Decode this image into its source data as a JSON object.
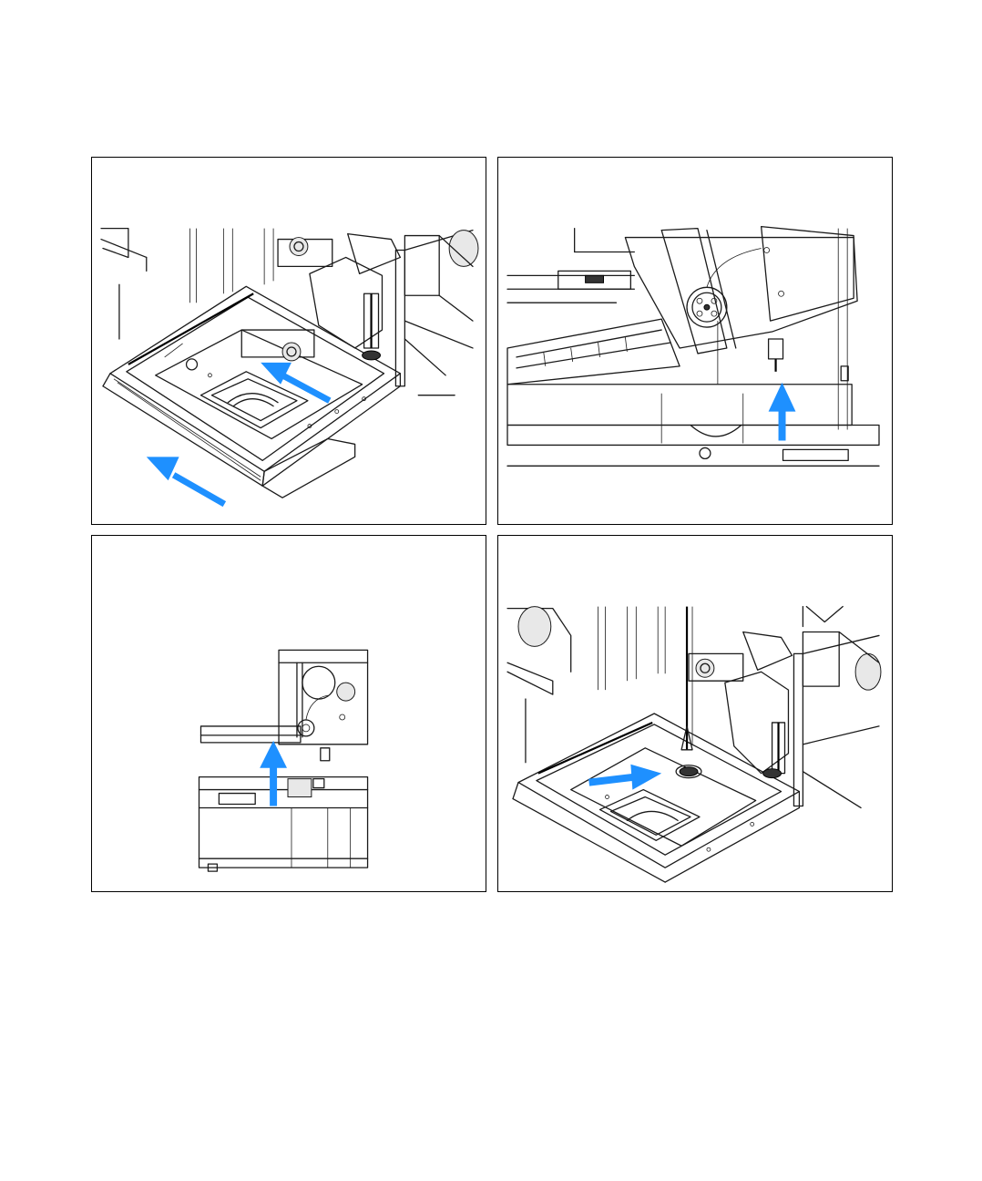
{
  "page": {
    "background": "#ffffff",
    "border_color": "#000000",
    "arrow_color": "#1e90ff"
  },
  "figures": [
    {
      "id": "step-1",
      "subject": "sample-tray-slide-out",
      "arrows": [
        "diagonal-up-left",
        "diagonal-up-left"
      ]
    },
    {
      "id": "step-2",
      "subject": "needle-assembly-side-view",
      "arrows": [
        "up"
      ]
    },
    {
      "id": "step-3",
      "subject": "unit-front-view",
      "arrows": [
        "up"
      ]
    },
    {
      "id": "step-4",
      "subject": "tray-needle-insertion",
      "arrows": [
        "right"
      ]
    }
  ]
}
